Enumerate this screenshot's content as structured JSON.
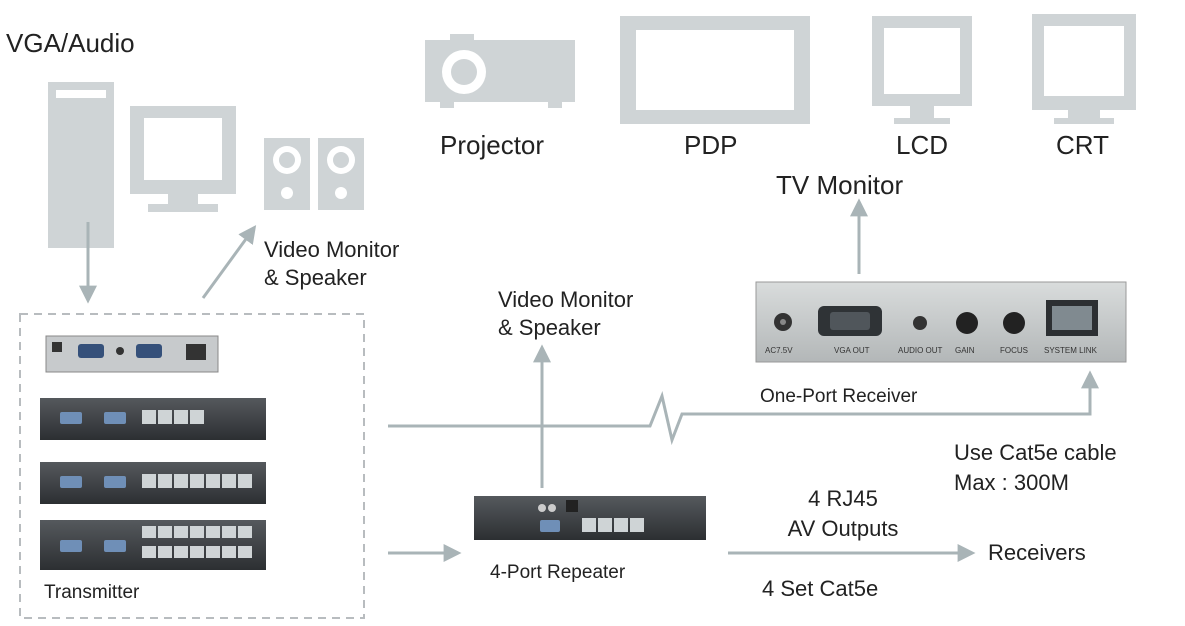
{
  "labels": {
    "vga_audio": "VGA/Audio",
    "video_monitor_left_line1": "Video Monitor",
    "video_monitor_left_line2": "& Speaker",
    "video_monitor_mid_line1": "Video Monitor",
    "video_monitor_mid_line2": "& Speaker",
    "projector": "Projector",
    "pdp": "PDP",
    "lcd": "LCD",
    "crt": "CRT",
    "tv_monitor": "TV Monitor",
    "one_port_receiver": "One-Port Receiver",
    "cable_line1": "Use Cat5e cable",
    "cable_line2": "Max : 300M",
    "transmitter": "Transmitter",
    "repeater": "4-Port Repeater",
    "rj45_line1": "4 RJ45",
    "rj45_line2": "AV Outputs",
    "receivers": "Receivers",
    "cat5e_sets": "4 Set Cat5e"
  },
  "receiver_ports": {
    "ac": "AC7.5V",
    "vga_out": "VGA OUT",
    "audio_out": "AUDIO OUT",
    "gain": "GAIN",
    "focus": "FOCUS",
    "system_link": "SYSTEM LINK"
  },
  "colors": {
    "device_gray": "#cfd4d6",
    "arrow_gray": "#a9b4b7",
    "dashed_border": "#b8bcbf",
    "chassis_dark": "#3a3d40"
  }
}
